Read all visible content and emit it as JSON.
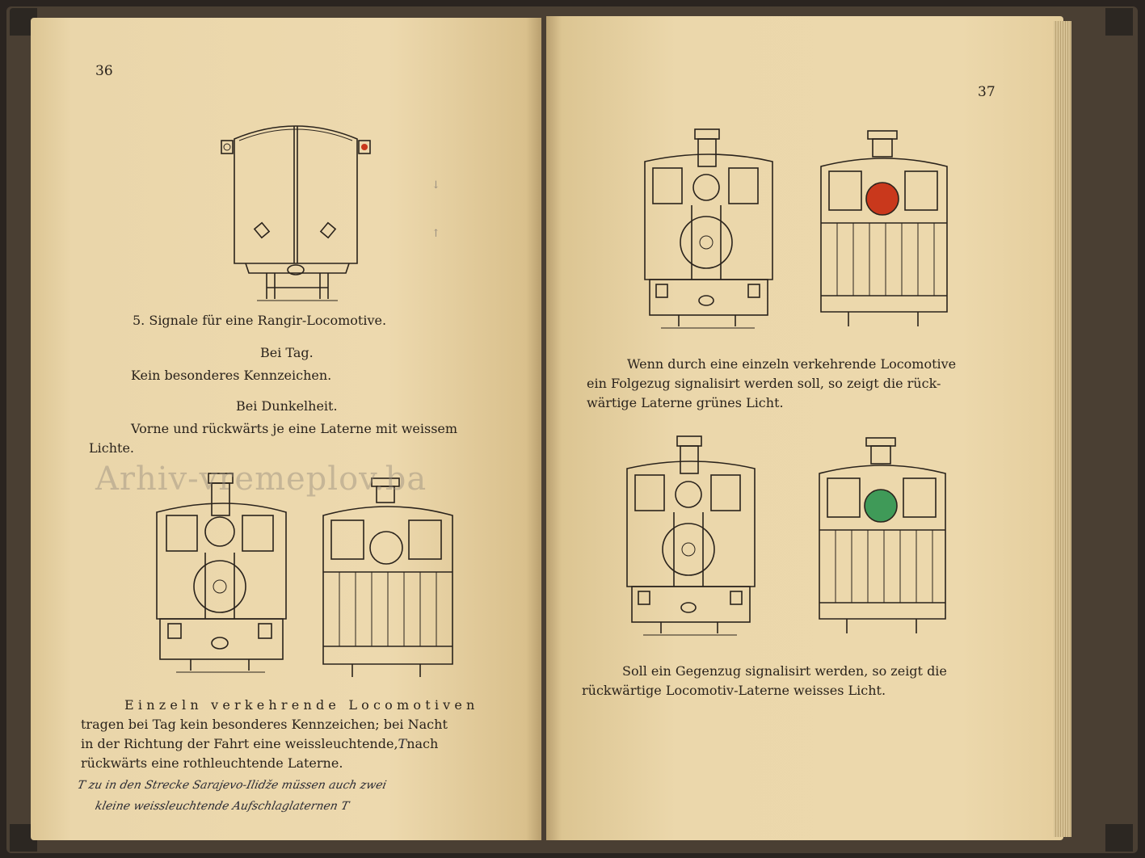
{
  "left_page": {
    "page_number": "36",
    "figure_caption": "5. Signale für eine Rangir-Locomotive.",
    "by_day_heading": "Bei Tag.",
    "by_day_text": "Kein besonderes Kennzeichen.",
    "by_dark_heading": "Bei Dunkelheit.",
    "by_dark_text_line1": "Vorne und rückwärts je eine Laterne mit weissem",
    "by_dark_text_line2": "Lichte.",
    "body_line1": "Einzeln verkehrende Locomotiven",
    "body_line2": "tragen bei Tag kein besonderes Kennzeichen; bei Nacht",
    "body_line3": "in der Richtung der Fahrt eine weissleuchtende,",
    "body_line3_mark": "T",
    "body_line3_end": "nach",
    "body_line4": "rückwärts eine rothleuchtende Laterne.",
    "handwritten_line1": "T zu in den Strecke Sarajevo-Ilidže müssen auch zwei",
    "handwritten_line2": "kleine weissleuchtende Aufschlaglaternen T"
  },
  "watermark": "Arhiv-vremeplov.ba",
  "right_page": {
    "page_number": "37",
    "paragraph1_line1": "Wenn durch eine einzeln verkehrende Locomotive",
    "paragraph1_line2": "ein Folgezug signalisirt werden soll, so zeigt die rück-",
    "paragraph1_line3": "wärtige Laterne grünes Licht.",
    "paragraph2_line1": "Soll ein Gegenzug signalisirt werden, so zeigt die",
    "paragraph2_line2": "rückwärtige Locomotiv-Laterne weisses Licht."
  },
  "colors": {
    "red_lamp": "#c9381c",
    "green_lamp": "#3f9a58"
  }
}
